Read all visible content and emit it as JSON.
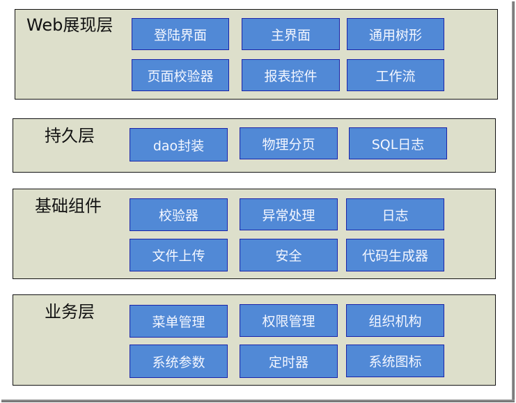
{
  "colors": {
    "layer_bg": "#dddfcb",
    "layer_border": "#111111",
    "button_bg": "#5189d6",
    "button_border": "#1a23a8",
    "button_text": "#f4f7ff"
  },
  "layers": [
    {
      "title": "Web展现层",
      "items": [
        "登陆界面",
        "主界面",
        "通用树形",
        "页面校验器",
        "报表控件",
        "工作流"
      ]
    },
    {
      "title": "持久层",
      "items": [
        "dao封装",
        "物理分页",
        "SQL日志"
      ]
    },
    {
      "title": "基础组件",
      "items": [
        "校验器",
        "异常处理",
        "日志",
        "文件上传",
        "安全",
        "代码生成器"
      ]
    },
    {
      "title": "业务层",
      "items": [
        "菜单管理",
        "权限管理",
        "组织机构",
        "系统参数",
        "定时器",
        "系统图标"
      ]
    }
  ]
}
